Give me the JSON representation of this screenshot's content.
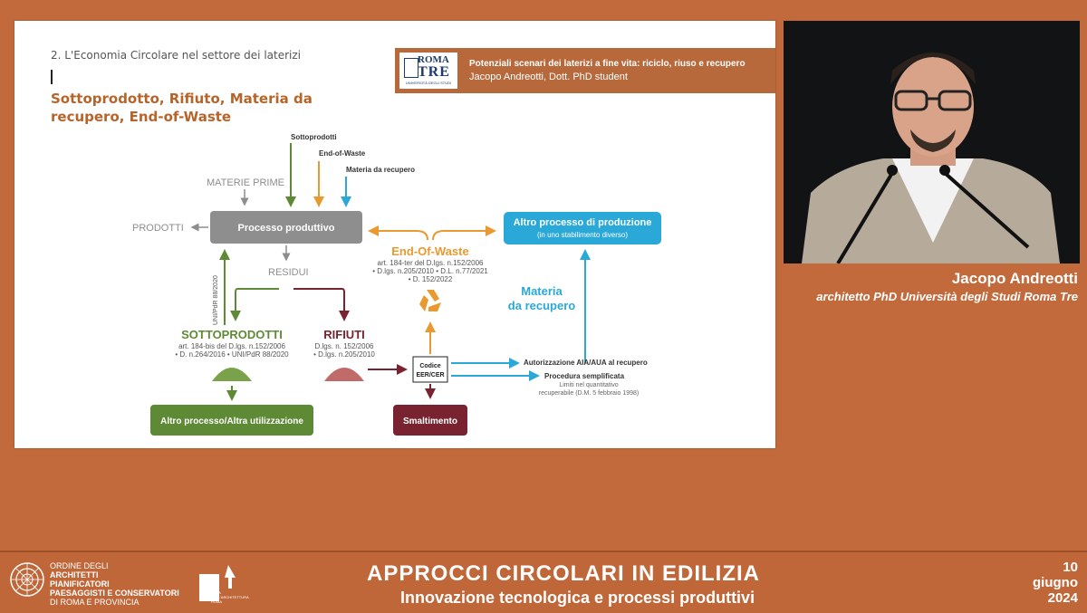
{
  "slide": {
    "section": "2. L'Economia Circolare nel settore dei laterizi",
    "heading": "Sottoprodotto, Rifiuto, Materia da recupero, End-of-Waste",
    "header_bar": {
      "logo_line1": "ROMA",
      "logo_line2": "TRE",
      "logo_line3": "UNIVERSITÀ DEGLI STUDI",
      "title": "Potenziali scenari dei laterizi a fine vita: riciclo, riuso e recupero",
      "author": "Jacopo Andreotti, Dott. PhD student"
    },
    "diagram": {
      "sottoprodotti_in": "Sottoprodotti",
      "end_of_waste_in": "End-of-Waste",
      "materia_recupero_in": "Materia da recupero",
      "materie_prime": "MATERIE PRIME",
      "prodotti": "PRODOTTI",
      "processo": "Processo produttivo",
      "residui": "RESIDUI",
      "uni": "UNI/PdR 88/2020",
      "sottoprodotti": "SOTTOPRODOTTI",
      "sottoprodotti_ref1": "art. 184-bis del D.lgs. n.152/2006",
      "sottoprodotti_ref2": "• D. n.264/2016 • UNI/PdR 88/2020",
      "rifiuti": "RIFIUTI",
      "rifiuti_ref1": "D.lgs. n. 152/2006",
      "rifiuti_ref2": "• D.lgs. n.205/2010",
      "eow": "End-Of-Waste",
      "eow_ref1": "art. 184-ter del D.lgs. n.152/2006",
      "eow_ref2": "• D.lgs. n.205/2010 • D.L. n.77/2021",
      "eow_ref3": "• D. 152/2022",
      "altro_processo_prod": "Altro processo di produzione",
      "altro_processo_sub": "(in uno stabilimento diverso)",
      "materia": "Materia",
      "da_recupero": "da recupero",
      "codice1": "Codice",
      "codice2": "EER/CER",
      "autorizzazione": "Autorizzazione AIA/AUA al recupero",
      "procedura": "Procedura semplificata",
      "limiti1": "Limiti nel quantitativo",
      "limiti2": "recuperabile (D.M. 5 febbraio 1998)",
      "altro_utilizzazione": "Altro processo/Altra utilizzazione",
      "smaltimento": "Smaltimento"
    }
  },
  "speaker": {
    "name": "Jacopo Andreotti",
    "role": "architetto PhD Università degli Studi Roma Tre"
  },
  "footer": {
    "ordine_lines": [
      "ORDINE DEGLI",
      "ARCHITETTI",
      "PIANIFICATORI",
      "PAESAGGISTI E CONSERVATORI",
      "DI ROMA E PROVINCIA"
    ],
    "casa_text": "CASA DELL'ARCHITETTURA ROMA",
    "title": "APPROCCI CIRCOLARI IN EDILIZIA",
    "subtitle": "Innovazione tecnologica e processi produttivi",
    "date_day": "10",
    "date_month": "giugno",
    "date_year": "2024"
  },
  "colors": {
    "frame": "#c26a3c",
    "green": "#5f8a35",
    "maroon": "#7a2330",
    "orange": "#e89a30",
    "cyan": "#2aa8d8",
    "grey_box": "#8e8e8e"
  }
}
